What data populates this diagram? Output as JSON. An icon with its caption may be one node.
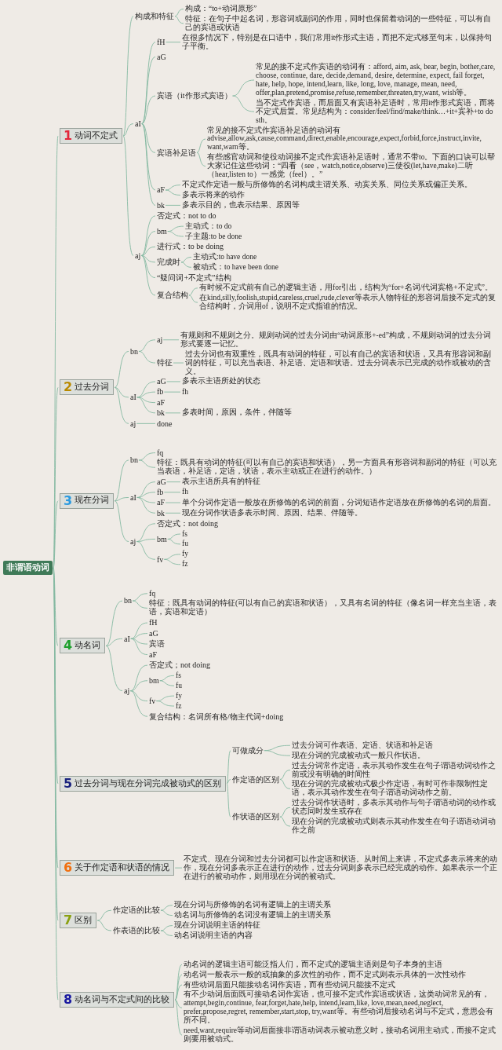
{
  "diagram": {
    "nodes": [
      {
        "text": [
          "非谓语动词"
        ]
      },
      {
        "text": [
          "1",
          "动词不定式"
        ]
      },
      {
        "text": [
          "构成和特征"
        ]
      },
      {
        "text": [
          "构成：“to+动词原形”"
        ]
      },
      {
        "text": [
          "特征：在句子中起名词，形容词或副词的作用，同时也保留着动词的一些特征，可以有自己的宾语或状语"
        ]
      },
      {
        "text": [
          "aI"
        ]
      },
      {
        "text": [
          "fH"
        ]
      },
      {
        "text": [
          "在很多情况下，特别是在口语中，我们常用it作形式主语，而把不定式移至句末，以保持句子平衡。"
        ]
      },
      {
        "text": [
          "aG"
        ]
      },
      {
        "text": [
          "宾语（it作形式宾语）"
        ]
      },
      {
        "text": [
          "常见的接不定式作宾语的动词有：afford, aim, ask, bear, begin, bother,care, choose, continue, dare, decide,demand, desire, determine, expect, fail forget, hate, help, hope, intend,learn, like, long, love, manage, mean, need, offer,plan,pretend,promise,refuse,remember,threaten,try,want, wish等。"
        ]
      },
      {
        "text": [
          "当不定式作宾语，而后面又有宾语补足语时，常用it作形式宾语，而将不定式后置。常见结构为：consider/feel/find/make/think…+it+宾补+to do sth。"
        ]
      },
      {
        "text": [
          "宾语补足语"
        ]
      },
      {
        "text": [
          "常见的接不定式作宾语补足语的动词有 advise,allow,ask,cause,command,direct,enable,encourage,expect,forbid,force,instruct,invite, want,warn等。"
        ]
      },
      {
        "text": [
          "有些感官动词和使役动词接不定式作宾语补足语时，通常不带to。下面的口诀可以帮大家记住这些动词：“四看（see，watch,notice,observe)三使役(let,have,make)二听（hear,listen to）一感觉（feel）。”"
        ]
      },
      {
        "text": [
          "aF"
        ]
      },
      {
        "text": [
          "不定式作定语一般与所修饰的名词构成主谓关系、动宾关系、同位关系或偏正关系。"
        ]
      },
      {
        "text": [
          "多表示将来的动作"
        ]
      },
      {
        "text": [
          "bk"
        ]
      },
      {
        "text": [
          "多表示目的，也表示结果、原因等"
        ]
      },
      {
        "text": [
          "aj"
        ]
      },
      {
        "text": [
          "否定式：not to do"
        ]
      },
      {
        "text": [
          "bm"
        ]
      },
      {
        "text": [
          "主动式：to do"
        ]
      },
      {
        "text": [
          "子主题:to be done"
        ]
      },
      {
        "text": [
          "进行式：to be doing"
        ]
      },
      {
        "text": [
          "完成时"
        ]
      },
      {
        "text": [
          "主动式:to have done"
        ]
      },
      {
        "text": [
          "被动式：to have been done"
        ]
      },
      {
        "text": [
          "“疑问词+不定式”结构"
        ]
      },
      {
        "text": [
          "复合结构"
        ]
      },
      {
        "text": [
          "有时候不定式前有自己的逻辑主语，用for引出，结构为“for+名词/代词宾格+不定式”。"
        ]
      },
      {
        "text": [
          "在kind,silly,foolish,stupid,careless,cruel,rude,clever等表示人物特征的形容词后接不定式的复合结构时，介词用of，说明不定式指谁的情况。"
        ]
      },
      {
        "text": [
          "2",
          "过去分词"
        ]
      },
      {
        "text": [
          "bn"
        ]
      },
      {
        "text": [
          "aj"
        ]
      },
      {
        "text": [
          "有规则和不规则之分。规则动词的过去分词由“动词原形+-ed”构成，不规则动词的过去分词形式要逐一记忆。"
        ]
      },
      {
        "text": [
          "特征"
        ]
      },
      {
        "text": [
          "过去分词也有双重性，既具有动词的特征，可以有自己的宾语和状语，又具有形容词和副词的特征，可以充当表语、补足语、定语和状语。过去分词表示已完成的动作或被动的含义。"
        ]
      },
      {
        "text": [
          "aI"
        ]
      },
      {
        "text": [
          "aG"
        ]
      },
      {
        "text": [
          "多表示主语所处的状态"
        ]
      },
      {
        "text": [
          "fb"
        ]
      },
      {
        "text": [
          "fh"
        ]
      },
      {
        "text": [
          "aF"
        ]
      },
      {
        "text": [
          "bk"
        ]
      },
      {
        "text": [
          "多表时间，原因，条件，伴随等"
        ]
      },
      {
        "text": [
          "aj"
        ]
      },
      {
        "text": [
          "done"
        ]
      },
      {
        "text": [
          "3",
          "现在分词"
        ]
      },
      {
        "text": [
          "bn"
        ]
      },
      {
        "text": [
          "fq"
        ]
      },
      {
        "text": [
          "特征：既具有动词的特征(可以有自己的宾语和状语），另一方面具有形容词和副词的特征（可以充当表语，补足语，定语，状语，表示主动或正在进行的动作。）"
        ]
      },
      {
        "text": [
          "aI"
        ]
      },
      {
        "text": [
          "aG"
        ]
      },
      {
        "text": [
          "表示主语所具有的特征"
        ]
      },
      {
        "text": [
          "fb"
        ]
      },
      {
        "text": [
          "fh"
        ]
      },
      {
        "text": [
          "aF"
        ]
      },
      {
        "text": [
          "单个分词作定语一般放在所修饰的名词的前面，分词短语作定语放在所修饰的名词的后面。"
        ]
      },
      {
        "text": [
          "bk"
        ]
      },
      {
        "text": [
          "现在分词作状语多表示时间、原因、结果、伴随等。"
        ]
      },
      {
        "text": [
          "aj"
        ]
      },
      {
        "text": [
          "否定式：not doing"
        ]
      },
      {
        "text": [
          "bm"
        ]
      },
      {
        "text": [
          "fs"
        ]
      },
      {
        "text": [
          "fu"
        ]
      },
      {
        "text": [
          "fv"
        ]
      },
      {
        "text": [
          "fy"
        ]
      },
      {
        "text": [
          "fz"
        ]
      },
      {
        "text": [
          "4",
          "动名词"
        ]
      },
      {
        "text": [
          "bn"
        ]
      },
      {
        "text": [
          "fq"
        ]
      },
      {
        "text": [
          "特征：既具有动词的特征(可以有自己的宾语和状语），又具有名词的特征（像名词一样充当主语，表语，宾语和定语）"
        ]
      },
      {
        "text": [
          "aI"
        ]
      },
      {
        "text": [
          "fH"
        ]
      },
      {
        "text": [
          "aG"
        ]
      },
      {
        "text": [
          "宾语"
        ]
      },
      {
        "text": [
          "aF"
        ]
      },
      {
        "text": [
          "aj"
        ]
      },
      {
        "text": [
          "否定式；not doing"
        ]
      },
      {
        "text": [
          "bm"
        ]
      },
      {
        "text": [
          "fs"
        ]
      },
      {
        "text": [
          "fu"
        ]
      },
      {
        "text": [
          "fv"
        ]
      },
      {
        "text": [
          "fy"
        ]
      },
      {
        "text": [
          "fz"
        ]
      },
      {
        "text": [
          "复合结构：名词所有格/物主代词+doing"
        ]
      },
      {
        "text": [
          "5",
          "过去分词与现在分词完成被动式的区别"
        ]
      },
      {
        "text": [
          "可做成分"
        ]
      },
      {
        "text": [
          "过去分词可作表语、定语、状语和补足语"
        ]
      },
      {
        "text": [
          "现在分词的完成被动式一般只作状语。"
        ]
      },
      {
        "text": [
          "作定语的区别"
        ]
      },
      {
        "text": [
          "过去分词常作定语，表示其动作发生在句子谓语动词动作之前或没有明确的时间性"
        ]
      },
      {
        "text": [
          "现在分词的完成被动式极少作定语，有时可作非限制性定语，表示其动作发生在句子谓语动词动作之前。"
        ]
      },
      {
        "text": [
          "作状语的区别"
        ]
      },
      {
        "text": [
          "过去分词作状语时，多表示其动作与句子谓语动词的动作或状态同时发生或存在"
        ]
      },
      {
        "text": [
          "现在分词的完成被动式则表示其动作发生在句子谓语动词动作之前"
        ]
      },
      {
        "text": [
          "6",
          "关于作定语和状语的情况"
        ]
      },
      {
        "text": [
          "不定式、现在分词和过去分词都可以作定语和状语。从时间上来讲，不定式多表示将来的动作，现在分词多表示正在进行的动作，过去分词则多表示已经完成的动作。如果表示一个正在进行的被动动作，则用现在分词的被动式。"
        ]
      },
      {
        "text": [
          "7",
          "区别"
        ]
      },
      {
        "text": [
          "作定语的比较"
        ]
      },
      {
        "text": [
          "现在分词与所修饰的名词有逻辑上的主谓关系"
        ]
      },
      {
        "text": [
          "动名词与所修饰的名词没有逻辑上的主谓关系"
        ]
      },
      {
        "text": [
          "作表语的比较"
        ]
      },
      {
        "text": [
          "现在分词说明主语的特征"
        ]
      },
      {
        "text": [
          "动名词说明主语的内容"
        ]
      },
      {
        "text": [
          "8",
          "动名词与不定式间的比较"
        ]
      },
      {
        "text": [
          "动名词的逻辑主语可能泛指人们，而不定式的逻辑主语则是句子本身的主语"
        ]
      },
      {
        "text": [
          "动名词一般表示一般的或抽象的多次性的动作，而不定式则表示具体的一次性动作"
        ]
      },
      {
        "text": [
          "有些动词后面只能接动名词作宾语，而有些动词只能接不定式"
        ]
      },
      {
        "text": [
          "有不少动词后面既可接动名词作宾语，也可接不定式作宾语或状语，这类动词常见的有，attempt,begin,continue, fear,forget,hate,help, intend,learn,like, love,mean,need,neglect, prefer,propose,regret, remember,start,stop, try,want等。有些动词后接动名词与不定式，意思会有所不同。"
        ]
      },
      {
        "text": [
          "need,want,require等动词后面接非谓语动词表示被动意义时，接动名词用主动式，而接不定式则要用被动式。"
        ]
      }
    ],
    "edges": [
      {
        "from": 0,
        "to": 1,
        "arrow": "none"
      },
      {
        "from": 0,
        "to": 33,
        "arrow": "none"
      },
      {
        "from": 0,
        "to": 49,
        "arrow": "none"
      },
      {
        "from": 0,
        "to": 70,
        "arrow": "none"
      },
      {
        "from": 0,
        "to": 88,
        "arrow": "none"
      },
      {
        "from": 0,
        "to": 98,
        "arrow": "none"
      },
      {
        "from": 0,
        "to": 100,
        "arrow": "none"
      },
      {
        "from": 0,
        "to": 107,
        "arrow": "none"
      },
      {
        "from": 1,
        "to": 2,
        "arrow": "none"
      },
      {
        "from": 1,
        "to": 5,
        "arrow": "none"
      },
      {
        "from": 1,
        "to": 20,
        "arrow": "none"
      },
      {
        "from": 2,
        "to": 3,
        "arrow": "none"
      },
      {
        "from": 2,
        "to": 4,
        "arrow": "none"
      },
      {
        "from": 5,
        "to": 6,
        "arrow": "none"
      },
      {
        "from": 5,
        "to": 8,
        "arrow": "none"
      },
      {
        "from": 5,
        "to": 9,
        "arrow": "none"
      },
      {
        "from": 5,
        "to": 12,
        "arrow": "none"
      },
      {
        "from": 5,
        "to": 15,
        "arrow": "none"
      },
      {
        "from": 5,
        "to": 18,
        "arrow": "none"
      },
      {
        "from": 6,
        "to": 7,
        "arrow": "none"
      },
      {
        "from": 9,
        "to": 10,
        "arrow": "none"
      },
      {
        "from": 9,
        "to": 11,
        "arrow": "none"
      },
      {
        "from": 12,
        "to": 13,
        "arrow": "none"
      },
      {
        "from": 12,
        "to": 14,
        "arrow": "none"
      },
      {
        "from": 15,
        "to": 16,
        "arrow": "none"
      },
      {
        "from": 15,
        "to": 17,
        "arrow": "none"
      },
      {
        "from": 18,
        "to": 19,
        "arrow": "none"
      },
      {
        "from": 20,
        "to": 21,
        "arrow": "none"
      },
      {
        "from": 20,
        "to": 22,
        "arrow": "none"
      },
      {
        "from": 20,
        "to": 25,
        "arrow": "none"
      },
      {
        "from": 20,
        "to": 26,
        "arrow": "none"
      },
      {
        "from": 20,
        "to": 29,
        "arrow": "none"
      },
      {
        "from": 20,
        "to": 30,
        "arrow": "none"
      },
      {
        "from": 22,
        "to": 23,
        "arrow": "none"
      },
      {
        "from": 22,
        "to": 24,
        "arrow": "none"
      },
      {
        "from": 26,
        "to": 27,
        "arrow": "none"
      },
      {
        "from": 26,
        "to": 28,
        "arrow": "none"
      },
      {
        "from": 30,
        "to": 31,
        "arrow": "none"
      },
      {
        "from": 30,
        "to": 32,
        "arrow": "none"
      },
      {
        "from": 33,
        "to": 34,
        "arrow": "none"
      },
      {
        "from": 33,
        "to": 39,
        "arrow": "none"
      },
      {
        "from": 33,
        "to": 47,
        "arrow": "none"
      },
      {
        "from": 34,
        "to": 35,
        "arrow": "none"
      },
      {
        "from": 34,
        "to": 37,
        "arrow": "none"
      },
      {
        "from": 35,
        "to": 36,
        "arrow": "none"
      },
      {
        "from": 37,
        "to": 38,
        "arrow": "none"
      },
      {
        "from": 39,
        "to": 40,
        "arrow": "none"
      },
      {
        "from": 39,
        "to": 42,
        "arrow": "none"
      },
      {
        "from": 39,
        "to": 44,
        "arrow": "none"
      },
      {
        "from": 39,
        "to": 45,
        "arrow": "none"
      },
      {
        "from": 40,
        "to": 41,
        "arrow": "none"
      },
      {
        "from": 42,
        "to": 43,
        "arrow": "none"
      },
      {
        "from": 45,
        "to": 46,
        "arrow": "none"
      },
      {
        "from": 47,
        "to": 48,
        "arrow": "none"
      },
      {
        "from": 49,
        "to": 50,
        "arrow": "none"
      },
      {
        "from": 49,
        "to": 53,
        "arrow": "none"
      },
      {
        "from": 49,
        "to": 62,
        "arrow": "none"
      },
      {
        "from": 50,
        "to": 51,
        "arrow": "none"
      },
      {
        "from": 50,
        "to": 52,
        "arrow": "none"
      },
      {
        "from": 53,
        "to": 54,
        "arrow": "none"
      },
      {
        "from": 53,
        "to": 56,
        "arrow": "none"
      },
      {
        "from": 53,
        "to": 58,
        "arrow": "none"
      },
      {
        "from": 53,
        "to": 60,
        "arrow": "none"
      },
      {
        "from": 54,
        "to": 55,
        "arrow": "none"
      },
      {
        "from": 56,
        "to": 57,
        "arrow": "none"
      },
      {
        "from": 58,
        "to": 59,
        "arrow": "none"
      },
      {
        "from": 60,
        "to": 61,
        "arrow": "none"
      },
      {
        "from": 62,
        "to": 63,
        "arrow": "none"
      },
      {
        "from": 62,
        "to": 64,
        "arrow": "none"
      },
      {
        "from": 62,
        "to": 67,
        "arrow": "none"
      },
      {
        "from": 64,
        "to": 65,
        "arrow": "none"
      },
      {
        "from": 64,
        "to": 66,
        "arrow": "none"
      },
      {
        "from": 67,
        "to": 68,
        "arrow": "none"
      },
      {
        "from": 67,
        "to": 69,
        "arrow": "none"
      },
      {
        "from": 70,
        "to": 71,
        "arrow": "none"
      },
      {
        "from": 70,
        "to": 74,
        "arrow": "none"
      },
      {
        "from": 70,
        "to": 79,
        "arrow": "none"
      },
      {
        "from": 71,
        "to": 72,
        "arrow": "none"
      },
      {
        "from": 71,
        "to": 73,
        "arrow": "none"
      },
      {
        "from": 74,
        "to": 75,
        "arrow": "none"
      },
      {
        "from": 74,
        "to": 76,
        "arrow": "none"
      },
      {
        "from": 74,
        "to": 77,
        "arrow": "none"
      },
      {
        "from": 74,
        "to": 78,
        "arrow": "none"
      },
      {
        "from": 79,
        "to": 80,
        "arrow": "none"
      },
      {
        "from": 79,
        "to": 81,
        "arrow": "none"
      },
      {
        "from": 79,
        "to": 84,
        "arrow": "none"
      },
      {
        "from": 79,
        "to": 87,
        "arrow": "none"
      },
      {
        "from": 81,
        "to": 82,
        "arrow": "none"
      },
      {
        "from": 81,
        "to": 83,
        "arrow": "none"
      },
      {
        "from": 84,
        "to": 85,
        "arrow": "none"
      },
      {
        "from": 84,
        "to": 86,
        "arrow": "none"
      },
      {
        "from": 88,
        "to": 89,
        "arrow": "none"
      },
      {
        "from": 88,
        "to": 92,
        "arrow": "none"
      },
      {
        "from": 88,
        "to": 95,
        "arrow": "none"
      },
      {
        "from": 89,
        "to": 90,
        "arrow": "none"
      },
      {
        "from": 89,
        "to": 91,
        "arrow": "none"
      },
      {
        "from": 92,
        "to": 93,
        "arrow": "none"
      },
      {
        "from": 92,
        "to": 94,
        "arrow": "none"
      },
      {
        "from": 95,
        "to": 96,
        "arrow": "none"
      },
      {
        "from": 95,
        "to": 97,
        "arrow": "none"
      },
      {
        "from": 98,
        "to": 99,
        "arrow": "none"
      },
      {
        "from": 100,
        "to": 101,
        "arrow": "none"
      },
      {
        "from": 100,
        "to": 104,
        "arrow": "none"
      },
      {
        "from": 101,
        "to": 102,
        "arrow": "none"
      },
      {
        "from": 101,
        "to": 103,
        "arrow": "none"
      },
      {
        "from": 104,
        "to": 105,
        "arrow": "none"
      },
      {
        "from": 104,
        "to": 106,
        "arrow": "none"
      },
      {
        "from": 107,
        "to": 108,
        "arrow": "none"
      },
      {
        "from": 107,
        "to": 109,
        "arrow": "none"
      },
      {
        "from": 107,
        "to": 110,
        "arrow": "none"
      },
      {
        "from": 107,
        "to": 111,
        "arrow": "none"
      },
      {
        "from": 107,
        "to": 112,
        "arrow": "none"
      }
    ]
  }
}
